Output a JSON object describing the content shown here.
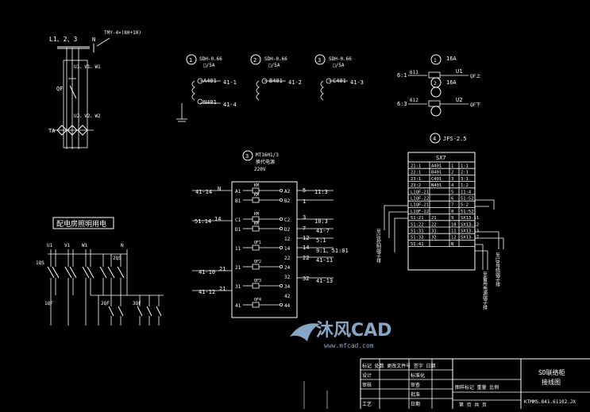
{
  "colors": {
    "background": "#000000",
    "line": "#ffffff",
    "watermark": "#9fc3e6"
  },
  "main_supply": {
    "bus": "L1、2、3",
    "neutral": "N",
    "ct": "TMY-4×(80+10)",
    "qf_top": "U1、V1、W1",
    "qf": "QF",
    "qf_bottom": "U2、V2、W2",
    "ta": "TA"
  },
  "ct_groups": [
    {
      "num": "1",
      "spec": "SDH-0.66",
      "ratio": "□/5A",
      "a": "A401",
      "n": "N401",
      "out1": "41-1",
      "out2": "41-4"
    },
    {
      "num": "2",
      "spec": "SDH-0.66",
      "ratio": "□/5A",
      "b": "B401",
      "out": "41-2"
    },
    {
      "num": "3",
      "spec": "SDH-0.66",
      "ratio": "□/5A",
      "c": "C401",
      "out": "41-3"
    }
  ],
  "fuses": {
    "rating1": "16A",
    "rating2": "16A",
    "row1": {
      "left": "6:1",
      "wire": "611",
      "label": "U1",
      "qf": "QF上"
    },
    "row2": {
      "left": "6:3",
      "wire": "612",
      "label": "U2",
      "qf": "QF下"
    }
  },
  "switch": {
    "num": "3",
    "model": "MT16H1/3",
    "title": "换代电源",
    "voltage": "220V"
  },
  "switch_left": [
    "41-14",
    "N",
    "51:14",
    "14",
    "41-10",
    "21",
    "41-12",
    "21"
  ],
  "switch_inner_left": [
    "A1",
    "B1",
    "C1",
    "D1",
    "11",
    "21",
    "31",
    "41"
  ],
  "switch_inner_mid": [
    "KM",
    "KM",
    "KM",
    "KM",
    "QF1",
    "QF2",
    "QF3",
    "QF4"
  ],
  "switch_inner_right": [
    "A2",
    "B2",
    "C2",
    "D2",
    "12",
    "14",
    "22",
    "24",
    "32",
    "34",
    "42",
    "44"
  ],
  "switch_right": [
    "5",
    "11:3",
    "1",
    "3",
    "10:3",
    "7",
    "41-7",
    "12",
    "5:1",
    "14",
    "9:1、51:01",
    "22",
    "41-11",
    "32",
    "41-13"
  ],
  "terminal": {
    "num": "4",
    "model": "JFS-2.5",
    "title": "SX7",
    "rows": [
      [
        "21:1",
        "A401",
        "1",
        "1:1"
      ],
      [
        "22:1",
        "B401",
        "2",
        "2:1"
      ],
      [
        "23:1",
        "C401",
        "3",
        "3:1"
      ],
      [
        "23:2",
        "N401",
        "4",
        "1:2"
      ],
      [
        "L1QF-21",
        "",
        "5",
        "11:4"
      ],
      [
        "L1QF-22",
        "",
        "6",
        "51:52"
      ],
      [
        "L1QF-21",
        "",
        "7",
        "5:2"
      ],
      [
        "L1QF-22",
        "",
        "8",
        "51:52"
      ],
      [
        "51:21",
        "21",
        "9",
        "SX13-11"
      ],
      [
        "51:22",
        "22",
        "10",
        "SX13-12"
      ],
      [
        "51:31",
        "31",
        "11",
        "SX13-13"
      ],
      [
        "51:32",
        "32",
        "12",
        "SX13-17"
      ],
      [
        "51:41",
        "",
        "N",
        ""
      ]
    ],
    "left_note": "至1D控制端子排",
    "right_note1": "至1D母线端子排",
    "right_note2": "至备用电源端子排"
  },
  "lighting": {
    "title": "配电房照明用电",
    "labels": [
      "U1",
      "V1",
      "W1",
      "N",
      "1QS",
      "2QS",
      "1QF",
      "2QF",
      "3QF"
    ]
  },
  "title_block": {
    "rows": [
      "标记 处数 更改文件号 签字 日期",
      "设计",
      "审核",
      "工艺"
    ],
    "col2": [
      "标准化",
      "审查",
      "批准",
      "日期"
    ],
    "stage": "图样标记  重量  比例",
    "title1": "SD联络柜",
    "title2": "接线图",
    "code": "KTMMS.841.61102.JX",
    "sheet": "第 页  共 页"
  },
  "watermark": {
    "brand": "沐风CAD",
    "url": "www.mfcad.com"
  }
}
